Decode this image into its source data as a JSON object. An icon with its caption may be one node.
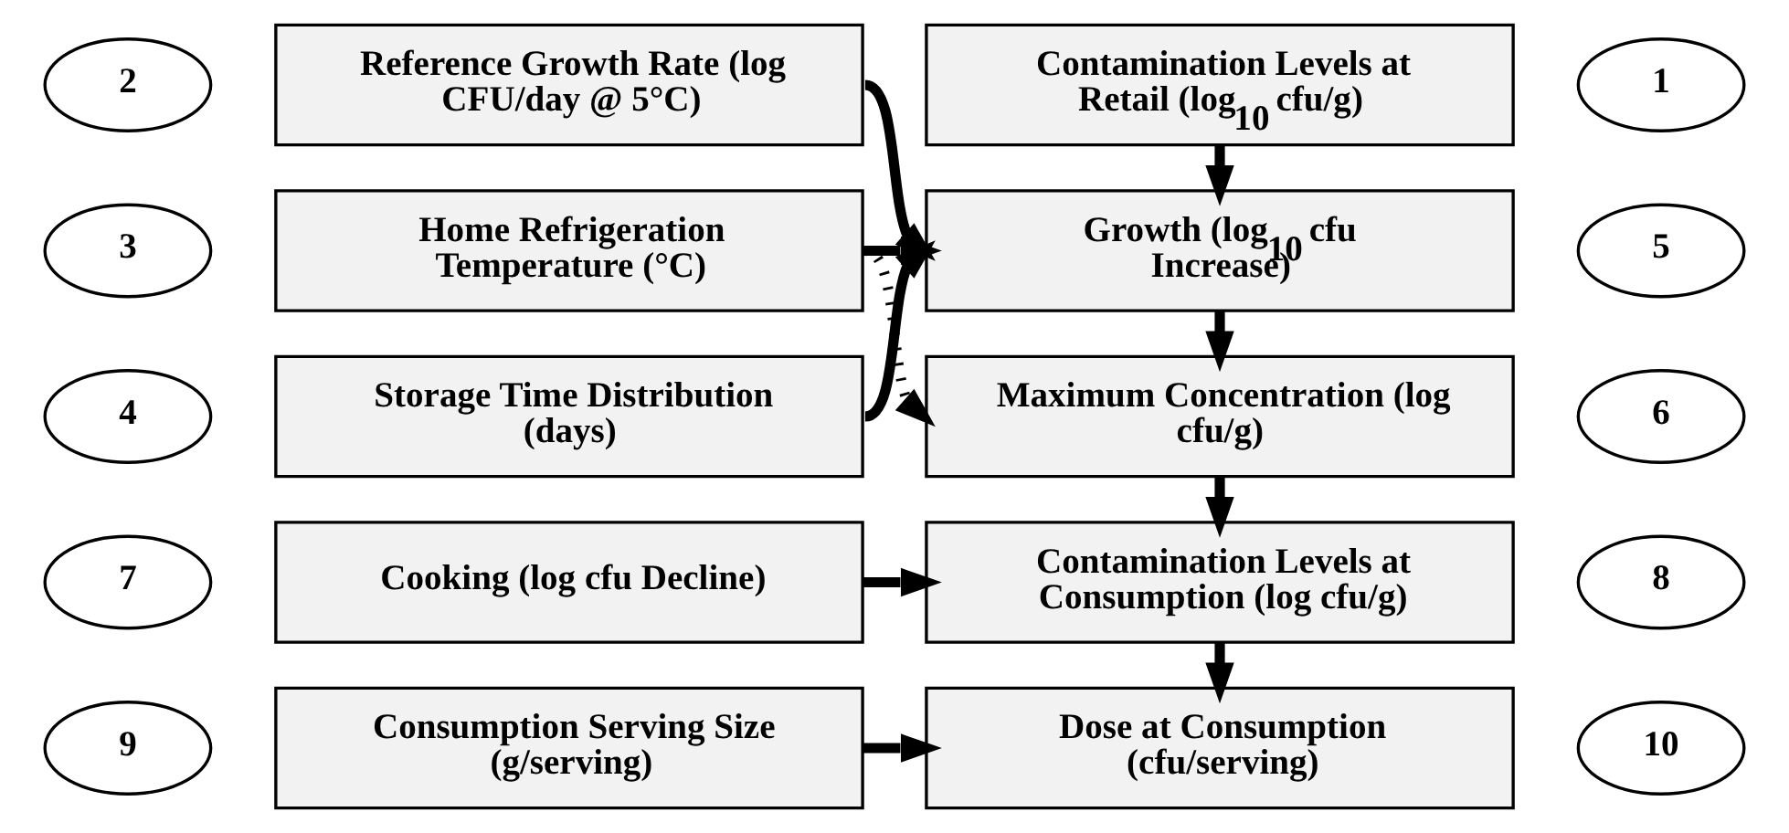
{
  "diagram": {
    "nodes": [
      {
        "text": [
          "2"
        ]
      },
      {
        "text": [
          "Reference Growth Rate (log CFU/day @ 5°C)"
        ]
      },
      {
        "text": [
          "Contamination Levels at Retail (log$_{10}$ cfu/g)"
        ]
      },
      {
        "text": [
          "1"
        ]
      },
      {
        "text": [
          "3"
        ]
      },
      {
        "text": [
          "Home Refrigeration Temperature (°C)"
        ]
      },
      {
        "text": [
          "Growth (log$_{10}$ cfu Increase)"
        ]
      },
      {
        "text": [
          "5"
        ]
      },
      {
        "text": [
          "4"
        ]
      },
      {
        "text": [
          "Storage Time Distribution (days)"
        ]
      },
      {
        "text": [
          "Maximum Concentration (log cfu/g)"
        ]
      },
      {
        "text": [
          "6"
        ]
      },
      {
        "text": [
          "7"
        ]
      },
      {
        "text": [
          "Cooking (log cfu Decline)"
        ]
      },
      {
        "text": [
          "Contamination Levels at Consumption (log cfu/g)"
        ]
      },
      {
        "text": [
          "8"
        ]
      },
      {
        "text": [
          "9"
        ]
      },
      {
        "text": [
          "Consumption Serving Size (g/serving)"
        ]
      },
      {
        "text": [
          "Dose at Consumption (cfu/serving)"
        ]
      },
      {
        "text": [
          "10"
        ]
      }
    ],
    "edges": [
      {
        "from": 1,
        "to": 6,
        "arrow": "to"
      },
      {
        "from": 5,
        "to": 6,
        "arrow": "to"
      },
      {
        "from": 9,
        "to": 6,
        "arrow": "to"
      },
      {
        "from": 5,
        "to": 10,
        "arrow": "to",
        "style": "dashed"
      },
      {
        "from": 2,
        "to": 6,
        "arrow": "to"
      },
      {
        "from": 6,
        "to": 10,
        "arrow": "to"
      },
      {
        "from": 10,
        "to": 14,
        "arrow": "to"
      },
      {
        "from": 13,
        "to": 14,
        "arrow": "to"
      },
      {
        "from": 14,
        "to": 18,
        "arrow": "to"
      },
      {
        "from": 17,
        "to": 18,
        "arrow": "to"
      }
    ]
  }
}
